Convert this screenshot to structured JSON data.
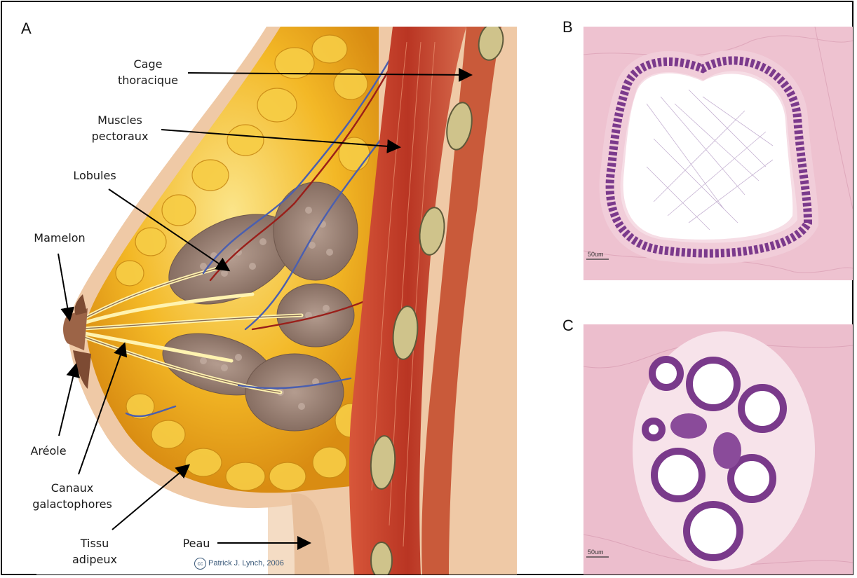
{
  "panels": {
    "a": "A",
    "b": "B",
    "c": "C"
  },
  "labels": {
    "cage_line1": "Cage",
    "cage_line2": "thoracique",
    "muscles_line1": "Muscles",
    "muscles_line2": "pectoraux",
    "lobules": "Lobules",
    "mamelon": "Mamelon",
    "areole": "Aréole",
    "canaux_line1": "Canaux",
    "canaux_line2": "galactophores",
    "tissu_line1": "Tissu",
    "tissu_line2": "adipeux",
    "peau": "Peau"
  },
  "credit": {
    "cc": "cc",
    "text": "Patrick J. Lynch, 2006"
  },
  "scale": {
    "b": "50um",
    "c": "50um"
  },
  "colors": {
    "background_skin": "#f3dcc5",
    "fat": "#f2b522",
    "fat_light": "#f8d86a",
    "muscle": "#c9412a",
    "lobule": "#9c8275",
    "vein": "#4a5fb0",
    "artery": "#9a1f1a",
    "histology_bg": "#eab9c8",
    "nuclei": "#6a2a7e"
  }
}
